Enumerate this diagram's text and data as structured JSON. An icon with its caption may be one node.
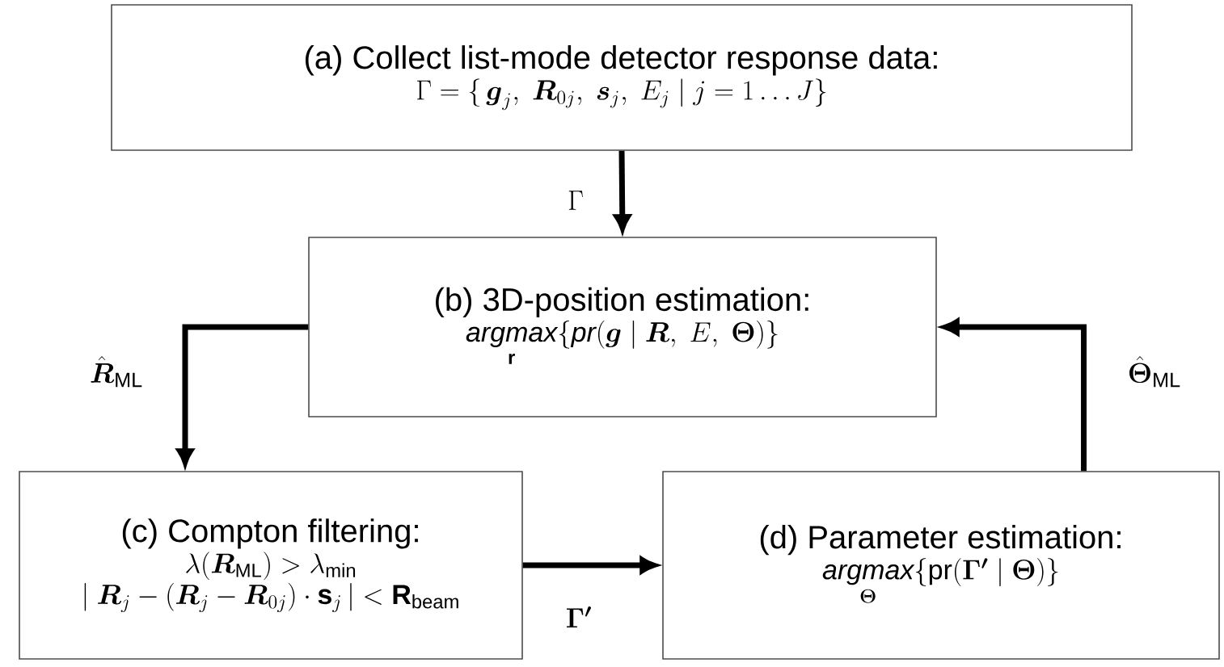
{
  "diagram": {
    "nodes": [
      {
        "text": [
          "(a) Collect list-mode detector response data:",
          "\\Gamma = \\{\\, \\boldsymbol{g}_{j},\\ \\boldsymbol{R}_{0j},\\ \\boldsymbol{s}_{j},\\ E_{j}\\ |\\ j = 1 \\ldots J\\}"
        ]
      },
      {
        "text": [
          "(b) 3D-position estimation:",
          "\\mathop{\\mathit{argmax}}\\limits_{\\mathbf{r}} \\{\\mathit{pr}(\\boldsymbol{g}\\ |\\ \\boldsymbol{R},\\ E,\\ \\boldsymbol{\\Theta})\\}"
        ]
      },
      {
        "text": [
          "(c) Compton filtering:",
          "\\lambda(\\boldsymbol{R}_{\\mathsf{ML}}) > \\lambda_{\\mathsf{min}}",
          "|\\ \\boldsymbol{R}_{j} - (\\boldsymbol{R}_{j} - \\boldsymbol{R}_{0j}) \\cdot \\mathbf{s}_{j}\\,| < \\mathbf{R}_{\\mathsf{beam}}"
        ]
      },
      {
        "text": [
          "(d) Parameter estimation:",
          "\\mathop{\\mathit{argmax}}\\limits_{\\boldsymbol{\\Theta}} \\{\\mathrm{pr}(\\boldsymbol{\\Gamma'}\\ |\\ \\boldsymbol{\\Theta})\\}"
        ]
      }
    ],
    "edges": [
      {
        "from": 0,
        "to": 1,
        "arrow": "to",
        "label": "\\Gamma"
      },
      {
        "from": 1,
        "to": 2,
        "arrow": "to",
        "label": "\\hat{\\boldsymbol{R}}_{\\mathsf{ML}}"
      },
      {
        "from": 2,
        "to": 3,
        "arrow": "to",
        "label": "\\boldsymbol{\\Gamma'}"
      },
      {
        "from": 3,
        "to": 1,
        "arrow": "to",
        "label": "\\hat{\\boldsymbol{\\Theta}}_{\\mathsf{ML}}"
      }
    ]
  }
}
